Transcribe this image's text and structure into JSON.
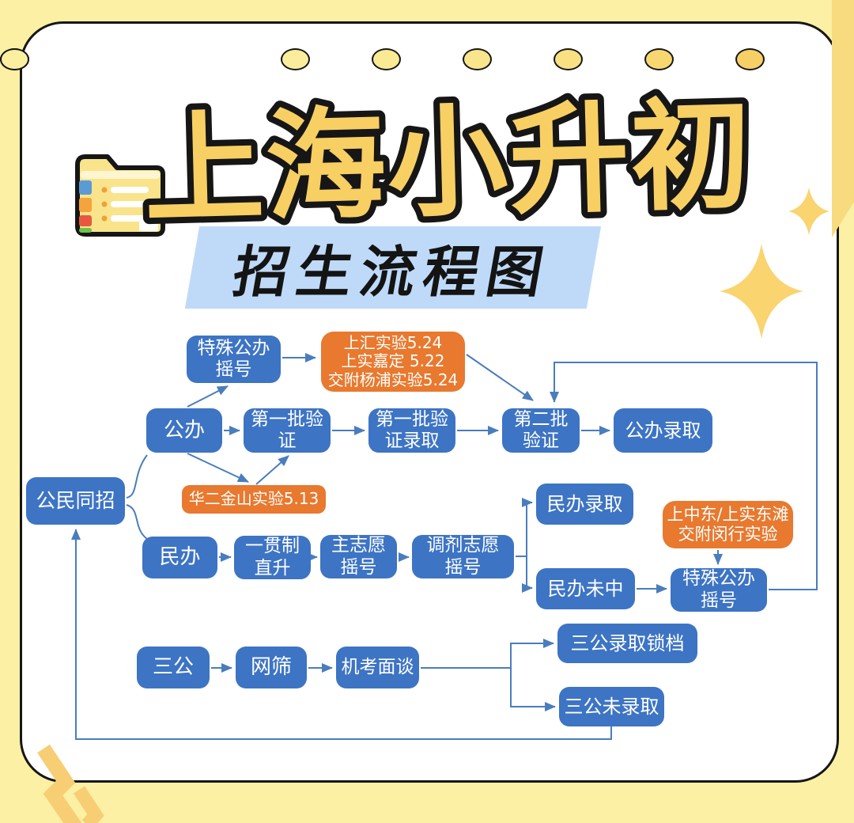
{
  "title": "上海小升初",
  "subtitle": "招生流程图",
  "colors": {
    "node_blue": "#3d74c4",
    "node_orange": "#e8792f",
    "connector": "#4a7dbd",
    "title_yellow": "#f8cf63",
    "subtitle_band": "#bfdaf8",
    "paper_yellow": "#fbf0a3"
  },
  "nodes": {
    "special_top": {
      "label": "特殊公办\n摇号"
    },
    "exp_top": {
      "label": "上汇实验5.24\n上实嘉定 5.22\n交附杨浦实验5.24"
    },
    "gongban": {
      "label": "公办"
    },
    "batch1": {
      "label": "第一批验\n证"
    },
    "batch1_adm": {
      "label": "第一批验\n证录取"
    },
    "batch2": {
      "label": "第二批\n验证"
    },
    "gongban_adm": {
      "label": "公办录取"
    },
    "huaer": {
      "label": "华二金山实验5.13"
    },
    "tongzhao": {
      "label": "公民同招"
    },
    "minban": {
      "label": "民办"
    },
    "yiguanzhi": {
      "label": "一贯制\n直升"
    },
    "zhuzhiyuan": {
      "label": "主志愿\n摇号"
    },
    "tiaoji": {
      "label": "调剂志愿\n摇号"
    },
    "minban_adm": {
      "label": "民办录取"
    },
    "exp_right": {
      "label": "上中东/上实东滩\n交附闵行实验"
    },
    "minban_miss": {
      "label": "民办未中"
    },
    "special_right": {
      "label": "特殊公办\n摇号"
    },
    "sangong": {
      "label": "三公"
    },
    "wangshai": {
      "label": "网筛"
    },
    "jikao": {
      "label": "机考面谈"
    },
    "sangong_lock": {
      "label": "三公录取锁档"
    },
    "sangong_miss": {
      "label": "三公未录取"
    }
  },
  "edges": [
    {
      "from": "gongban",
      "to": "special_top"
    },
    {
      "from": "special_top",
      "to": "exp_top"
    },
    {
      "from": "exp_top",
      "to": "batch2"
    },
    {
      "from": "gongban",
      "to": "batch1"
    },
    {
      "from": "batch1",
      "to": "batch1_adm"
    },
    {
      "from": "batch1_adm",
      "to": "batch2"
    },
    {
      "from": "batch2",
      "to": "gongban_adm"
    },
    {
      "from": "gongban",
      "to": "huaer"
    },
    {
      "from": "huaer",
      "to": "batch1"
    },
    {
      "from": "tongzhao",
      "to": "gongban"
    },
    {
      "from": "tongzhao",
      "to": "minban"
    },
    {
      "from": "minban",
      "to": "yiguanzhi"
    },
    {
      "from": "yiguanzhi",
      "to": "zhuzhiyuan"
    },
    {
      "from": "zhuzhiyuan",
      "to": "tiaoji"
    },
    {
      "from": "tiaoji",
      "to": "minban_adm"
    },
    {
      "from": "tiaoji",
      "to": "minban_miss"
    },
    {
      "from": "exp_right",
      "to": "special_right"
    },
    {
      "from": "minban_miss",
      "to": "special_right"
    },
    {
      "from": "special_right",
      "to": "batch2"
    },
    {
      "from": "sangong",
      "to": "wangshai"
    },
    {
      "from": "wangshai",
      "to": "jikao"
    },
    {
      "from": "jikao",
      "to": "sangong_lock"
    },
    {
      "from": "jikao",
      "to": "sangong_miss"
    },
    {
      "from": "sangong_miss",
      "to": "tongzhao"
    }
  ]
}
